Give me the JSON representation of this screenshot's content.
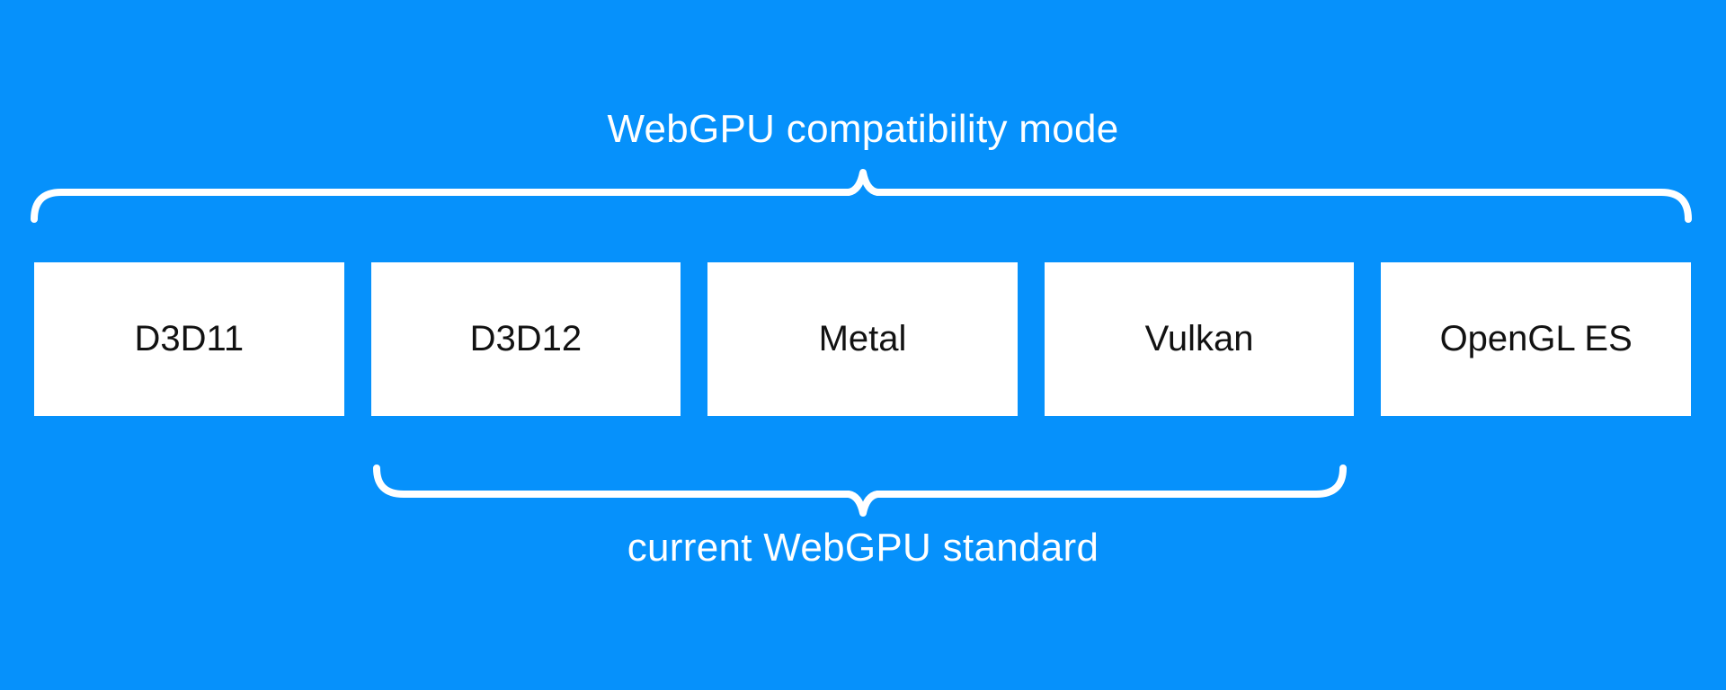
{
  "colors": {
    "background": "#0691fb",
    "surface": "#ffffff",
    "label_light": "#ffffff",
    "label_dark": "#121212"
  },
  "diagram": {
    "top_group_label": "WebGPU compatibility mode",
    "bottom_group_label": "current WebGPU standard",
    "backends": [
      "D3D11",
      "D3D12",
      "Metal",
      "Vulkan",
      "OpenGL ES"
    ]
  }
}
